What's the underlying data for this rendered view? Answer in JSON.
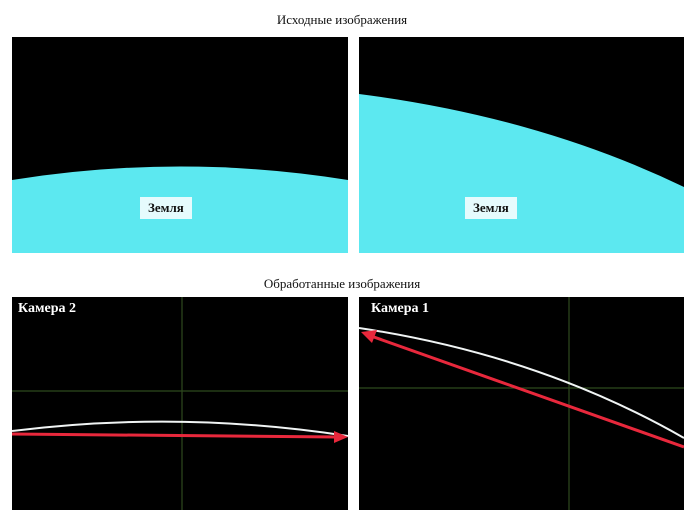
{
  "top_caption": "Исходные изображения",
  "bottom_caption": "Обработанные изображения",
  "source_panels": [
    {
      "label": "Земля"
    },
    {
      "label": "Земля"
    }
  ],
  "processed_panels": [
    {
      "label": "Камера 2"
    },
    {
      "label": "Камера 1"
    }
  ],
  "colors": {
    "sky": "#000000",
    "earth": "#5ce8f0",
    "horizon_line": "#ffffff",
    "arrow": "#e8283c",
    "crosshair": "#2e4a1e"
  }
}
